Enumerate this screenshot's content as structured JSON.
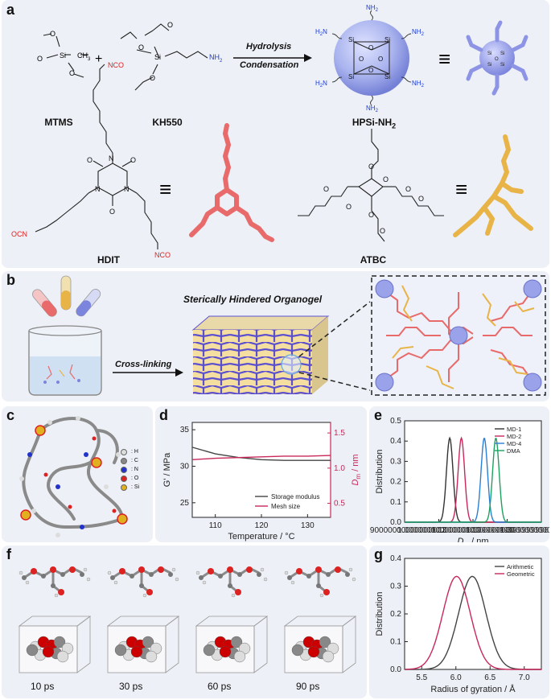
{
  "panels": {
    "a": "a",
    "b": "b",
    "c": "c",
    "d": "d",
    "e": "e",
    "f": "f",
    "g": "g"
  },
  "panel_a": {
    "mtms_label": "MTMS",
    "kh550_label": "KH550",
    "hpsi_label": "HPSi-NH",
    "hpsi_sub": "2",
    "hdit_label": "HDIT",
    "atbc_label": "ATBC",
    "arrow_top": "Hydrolysis",
    "arrow_bottom": "Condensation",
    "plus": "+",
    "equiv": "≡",
    "nh2": "NH",
    "nco": "NCO",
    "ocn": "OCN",
    "ch3": "CH",
    "si": "Si",
    "o": "O",
    "n": "N"
  },
  "panel_b": {
    "title": "Sterically Hindered Organogel",
    "arrow": "Cross-linking"
  },
  "panel_c": {
    "legend": [
      {
        "sym": "H",
        "color": "#dddddd"
      },
      {
        "sym": "C",
        "color": "#888888"
      },
      {
        "sym": "N",
        "color": "#2233cc"
      },
      {
        "sym": "O",
        "color": "#dd2222"
      },
      {
        "sym": "Si",
        "color": "#e0b020"
      }
    ]
  },
  "chart_data": [
    {
      "id": "d",
      "type": "line",
      "xlabel": "Temperature / °C",
      "ylabel_left": "G' / MPa",
      "ylabel_right": "D",
      "ylabel_right_sub": "m",
      "ylabel_right_unit": " / nm",
      "xlim": [
        105,
        135
      ],
      "ylim_left": [
        23,
        36
      ],
      "ylim_right": [
        0.3,
        1.65
      ],
      "xticks": [
        110,
        120,
        130
      ],
      "yticks_left": [
        25,
        30,
        35
      ],
      "yticks_right": [
        0.5,
        1.0,
        1.5
      ],
      "series": [
        {
          "name": "Storage modulus",
          "axis": "left",
          "color": "#444444",
          "x": [
            105,
            110,
            115,
            120,
            125,
            130,
            135
          ],
          "y": [
            32.6,
            31.7,
            31.2,
            30.9,
            30.8,
            30.8,
            30.8
          ]
        },
        {
          "name": "Mesh size",
          "axis": "right",
          "color": "#c8285a",
          "x": [
            105,
            110,
            115,
            120,
            125,
            130,
            135
          ],
          "y": [
            1.12,
            1.14,
            1.15,
            1.16,
            1.17,
            1.17,
            1.18
          ]
        }
      ],
      "legend": "bottom-right"
    },
    {
      "id": "e",
      "type": "line",
      "xlabel": "D",
      "xlabel_sub": "m",
      "xlabel_unit": " / nm",
      "ylabel": "Distribution",
      "xlim": [
        0.9,
        1.3
      ],
      "ylim": [
        0,
        0.5
      ],
      "xticks": [
        0.9,
        1.0,
        1.1,
        1.2,
        1.3
      ],
      "yticks": [
        0.0,
        0.1,
        0.2,
        0.3,
        0.4,
        0.5
      ],
      "series": [
        {
          "name": "MD-1",
          "color": "#333333",
          "mean": 1.032,
          "sd": 0.0095,
          "peak": 0.415
        },
        {
          "name": "MD-2",
          "color": "#c8285a",
          "mean": 1.066,
          "sd": 0.0095,
          "peak": 0.415
        },
        {
          "name": "MD-4",
          "color": "#2a7fd4",
          "mean": 1.133,
          "sd": 0.0095,
          "peak": 0.415
        },
        {
          "name": "DMA",
          "color": "#1fa060",
          "mean": 1.167,
          "sd": 0.0095,
          "peak": 0.415
        }
      ],
      "legend": "top-right"
    },
    {
      "id": "g",
      "type": "line",
      "xlabel": "Radius of gyration / Å",
      "ylabel": "Distribution",
      "xlim": [
        5.25,
        7.25
      ],
      "ylim": [
        0,
        0.4
      ],
      "xticks": [
        5.5,
        6.0,
        6.5,
        7.0
      ],
      "yticks": [
        0.0,
        0.1,
        0.2,
        0.3,
        0.4
      ],
      "series": [
        {
          "name": "Arithmetic",
          "color": "#444444",
          "mean": 6.24,
          "sd": 0.2,
          "peak": 0.335
        },
        {
          "name": "Geometric",
          "color": "#c8285a",
          "mean": 6.01,
          "sd": 0.2,
          "peak": 0.335
        }
      ],
      "legend": "top-right"
    }
  ],
  "panel_f": {
    "times": [
      "10 ps",
      "30 ps",
      "60 ps",
      "90 ps"
    ]
  }
}
